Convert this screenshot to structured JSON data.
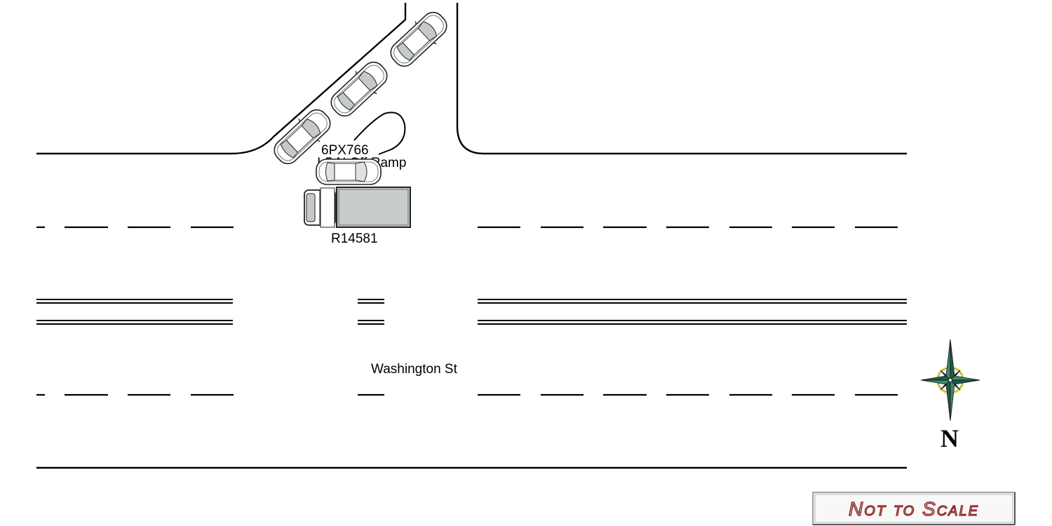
{
  "labels": {
    "street_main": "Washington St",
    "ramp": "I-5 N Off Ramp",
    "car_plate": "6PX766",
    "truck_plate": "R14581"
  },
  "compass": {
    "north_letter": "N"
  },
  "scale_note": "Not to Scale",
  "colors": {
    "line": "#000000",
    "vehicle_body": "#ffffff",
    "vehicle_glass": "#c4cac8",
    "truck_box": "#c8cccb",
    "compass_green": "#3f8a70",
    "compass_dark": "#1f5b48",
    "compass_ring": "#f0e44a",
    "scale_text": "#8b1a1a"
  }
}
